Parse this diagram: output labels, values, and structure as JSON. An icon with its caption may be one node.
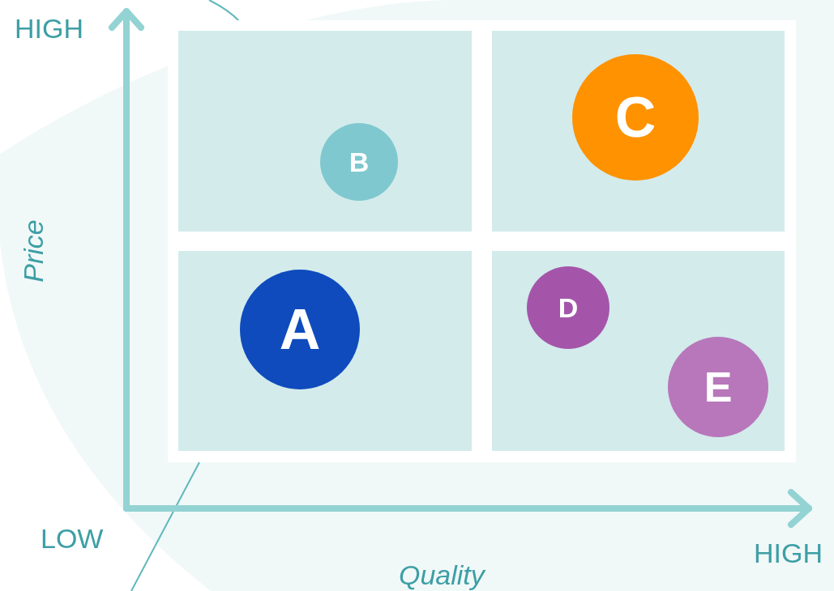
{
  "diagram": {
    "nodes": [
      {
        "text": [
          "B"
        ]
      },
      {
        "text": [
          "C"
        ]
      },
      {
        "text": [
          "A"
        ]
      },
      {
        "text": [
          "D"
        ]
      },
      {
        "text": [
          "E"
        ]
      }
    ],
    "labels": [
      "HIGH",
      "Price",
      "LOW",
      "HIGH",
      "Quality"
    ]
  }
}
